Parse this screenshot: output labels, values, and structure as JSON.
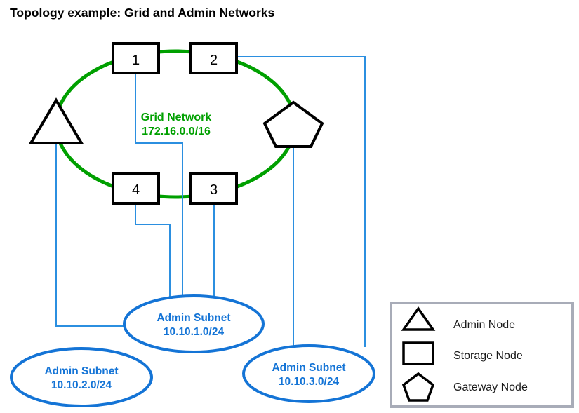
{
  "title": "Topology example: Grid and Admin Networks",
  "colors": {
    "grid_network_green": "#00a000",
    "admin_network_blue": "#1474d6",
    "link_blue": "#2b8fe0",
    "node_outline": "#000000",
    "legend_border": "#a8acb8",
    "background": "#ffffff"
  },
  "grid_network": {
    "name": "Grid Network",
    "cidr": "172.16.0.0/16"
  },
  "nodes": [
    {
      "id": "node-1",
      "label": "1",
      "shape": "rectangle",
      "type": "Storage Node"
    },
    {
      "id": "node-2",
      "label": "2",
      "shape": "rectangle",
      "type": "Storage Node"
    },
    {
      "id": "node-3",
      "label": "3",
      "shape": "rectangle",
      "type": "Storage Node"
    },
    {
      "id": "node-4",
      "label": "4",
      "shape": "rectangle",
      "type": "Storage Node"
    },
    {
      "id": "admin-node",
      "label": "",
      "shape": "triangle",
      "type": "Admin Node"
    },
    {
      "id": "gateway-node",
      "label": "",
      "shape": "pentagon",
      "type": "Gateway Node"
    }
  ],
  "subnets": [
    {
      "id": "admin-subnet-1",
      "name": "Admin Subnet",
      "cidr": "10.10.1.0/24"
    },
    {
      "id": "admin-subnet-2",
      "name": "Admin Subnet",
      "cidr": "10.10.2.0/24"
    },
    {
      "id": "admin-subnet-3",
      "name": "Admin Subnet",
      "cidr": "10.10.3.0/24"
    }
  ],
  "legend": {
    "items": [
      {
        "shape": "triangle",
        "label": "Admin Node"
      },
      {
        "shape": "rectangle",
        "label": "Storage Node"
      },
      {
        "shape": "pentagon",
        "label": "Gateway Node"
      }
    ]
  }
}
